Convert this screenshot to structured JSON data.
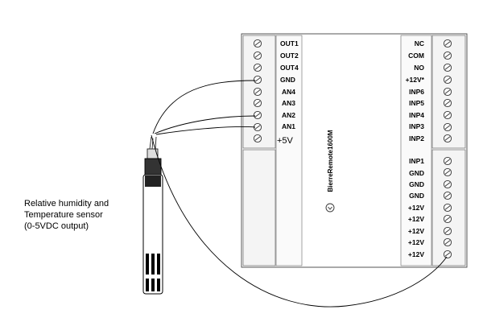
{
  "device": {
    "name": "BierreRemote1600M",
    "left_labels": [
      "OUT1",
      "OUT2",
      "OUT4",
      "GND",
      "AN4",
      "AN3",
      "AN2",
      "AN1"
    ],
    "left_extra_label": "+5V",
    "right_top_labels": [
      "NC",
      "COM",
      "NO",
      "+12V*",
      "INP6",
      "INP5",
      "INP4",
      "INP3",
      "INP2"
    ],
    "right_bottom_labels": [
      "INP1",
      "GND",
      "GND",
      "GND",
      "+12V",
      "+12V",
      "+12V",
      "+12V",
      "+12V"
    ]
  },
  "sensor": {
    "caption": [
      "Relative humidity and",
      "Temperature sensor",
      "(0-5VDC output)"
    ]
  },
  "icons": {
    "terminal": "screw-terminal-icon",
    "device_logo": "device-logo-icon"
  }
}
